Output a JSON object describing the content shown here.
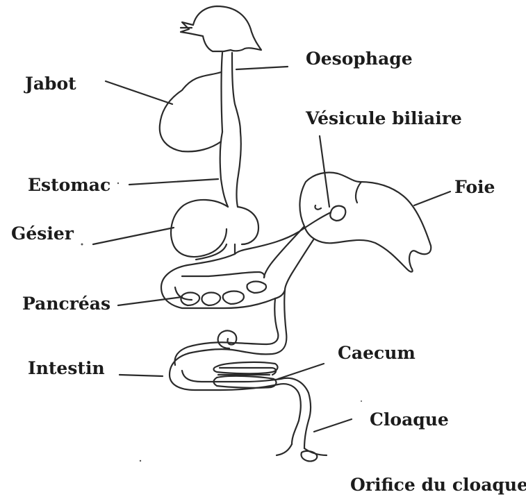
{
  "labels": {
    "jabot": "Jabot",
    "oesophage": "Oesophage",
    "vesicule": "Vésicule biliaire",
    "estomac": "Estomac",
    "foie": "Foie",
    "gesier": "Gésier",
    "pancreas": "Pancréas",
    "intestin": "Intestin",
    "caecum": "Caecum",
    "cloaque": "Cloaque",
    "orifice": "Orifice du cloaque"
  },
  "colors": {
    "ink": "#2a2a2a",
    "background": "#ffffff"
  }
}
